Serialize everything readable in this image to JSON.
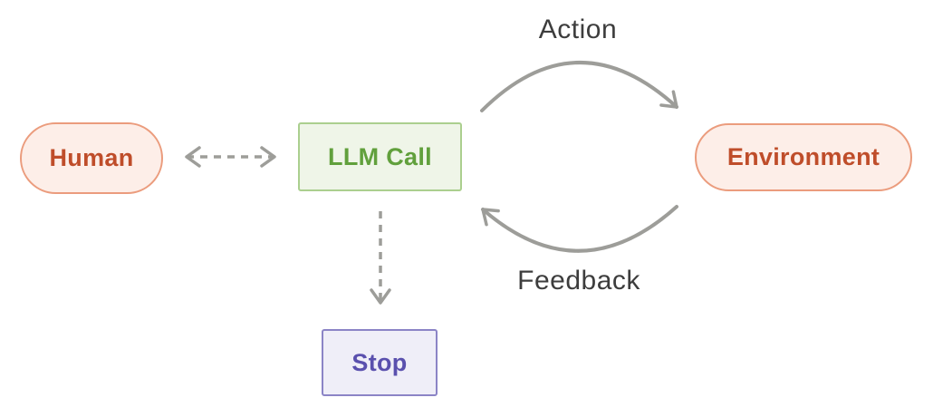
{
  "diagram": {
    "nodes": {
      "human": {
        "label": "Human",
        "shape": "pill",
        "fill": "#fdeee8",
        "border": "#eb9c7d",
        "text": "#bf4d2a"
      },
      "llm_call": {
        "label": "LLM Call",
        "shape": "rect",
        "fill": "#eff5e8",
        "border": "#abcf8f",
        "text": "#61a03c"
      },
      "environment": {
        "label": "Environment",
        "shape": "pill",
        "fill": "#fdeee8",
        "border": "#eb9c7d",
        "text": "#bf4d2a"
      },
      "stop": {
        "label": "Stop",
        "shape": "rect",
        "fill": "#efeef8",
        "border": "#8b84c6",
        "text": "#5a50ae"
      }
    },
    "edges": {
      "action": {
        "label": "Action",
        "from": "llm_call",
        "to": "environment",
        "style": "solid-curved-arrow"
      },
      "feedback": {
        "label": "Feedback",
        "from": "environment",
        "to": "llm_call",
        "style": "solid-curved-arrow"
      },
      "human_llm": {
        "label": "",
        "from": "human",
        "to": "llm_call",
        "style": "dashed-double-arrow"
      },
      "llm_stop": {
        "label": "",
        "from": "llm_call",
        "to": "stop",
        "style": "dashed-arrow"
      }
    },
    "colors": {
      "background": "#ffffff",
      "arrow": "#9d9d99",
      "edge_label": "#3d3d3d"
    }
  }
}
